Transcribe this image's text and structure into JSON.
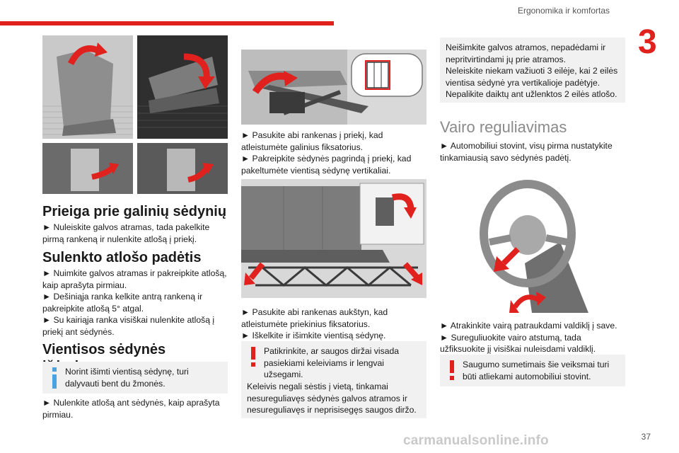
{
  "header": {
    "section_title": "Ergonomika ir komfortas",
    "chapter_number": "3"
  },
  "col1": {
    "h_access": "Prieiga prie galinių sėdynių",
    "p_access": [
      "► Nuleiskite galvos atramas, tada pakelkite pirmą rankeną ir nulenkite atlošą į priekį."
    ],
    "h_fold": "Sulenkto atlošo padėtis",
    "p_fold": [
      "► Nuimkite galvos atramas ir pakreipkite atlošą, kaip aprašyta pirmiau.",
      "► Dešiniąja ranka kelkite antrą rankeną ir pakreipkite atlošą 5° atgal.",
      "► Su kairiąja ranka visiškai nulenkite atlošą į priekį ant sėdynės."
    ],
    "h_remove": "Vientisos sėdynės išėmimas",
    "info_text": "Norint išimti vientisą sėdynę, turi dalyvauti bent du žmonės.",
    "p_remove": [
      "► Nulenkite atlošą ant sėdynės, kaip aprašyta pirmiau."
    ]
  },
  "col2": {
    "p1": [
      "► Pasukite abi rankenas į priekį, kad atleistumėte galinius fiksatorius.",
      "► Pakreipkite sėdynės pagrindą į priekį, kad pakeltumėte vientisą sėdynę vertikaliai."
    ],
    "p2": [
      "► Pasukite abi rankenas aukštyn, kad atleistumėte priekinius fiksatorius.",
      "► Iškelkite ir išimkite vientisą sėdynę."
    ],
    "warning": [
      "Patikrinkite, ar saugos diržai visada pasiekiami keleiviams ir lengvai užsegami.",
      "Keleivis negali sėstis į vietą, tinkamai nesureguliavęs sėdynės galvos atramos ir nesureguliavęs ir neprisisegęs saugos diržo."
    ]
  },
  "col3": {
    "box_text": [
      "Neišimkite galvos atramos, nepadėdami ir nepritvirtindami jų prie atramos.",
      "Neleiskite niekam važiuoti 3 eilėje, kai 2 eilės vientisa sėdynė yra vertikalioje padėtyje.",
      "Nepalikite daiktų ant užlenktos 2 eilės atlošo."
    ],
    "h_wheel": "Vairo reguliavimas",
    "p_wheel1": [
      "► Automobiliui stovint, visų pirma nustatykite tinkamiausią savo sėdynės padėtį."
    ],
    "p_wheel2": [
      "► Atrakinkite vairą patraukdami valdiklį į save.",
      "► Sureguliuokite vairo atstumą, tada užfiksuokite jį visiškai nuleisdami valdiklį."
    ],
    "warning": "Saugumo sumetimais šie veiksmai turi būti atliekami automobiliui stovint."
  },
  "footer": {
    "page_number": "37",
    "watermark": "carmanualsonline.info"
  },
  "colors": {
    "accent_red": "#e1211d",
    "info_blue": "#4aa3df",
    "box_bg": "#f1f1f1",
    "heading_grey": "#8a8a8a"
  },
  "icons": [
    "info-icon",
    "warning-icon",
    "arrow-icon"
  ]
}
